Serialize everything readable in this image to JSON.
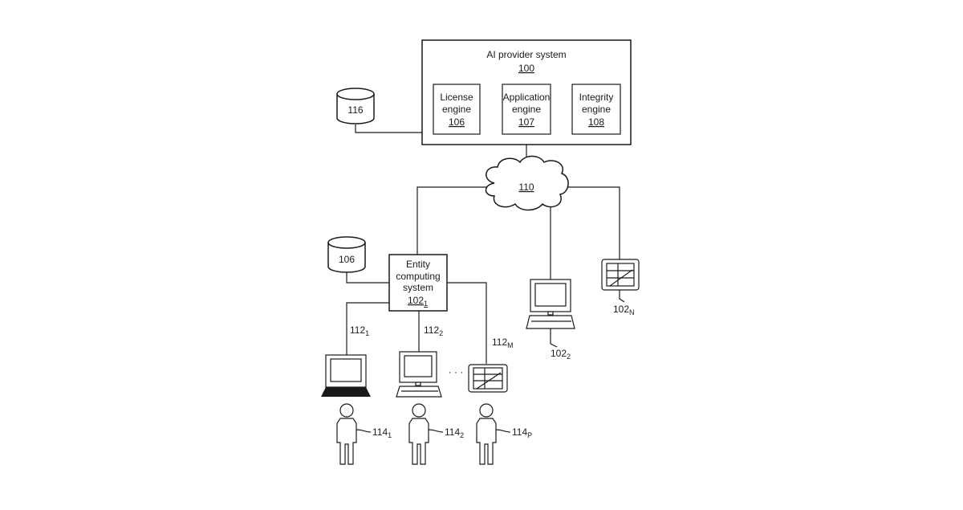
{
  "provider": {
    "title": "AI provider system",
    "number": "100",
    "engines": [
      {
        "line1": "License",
        "line2": "engine",
        "number": "106"
      },
      {
        "line1": "Application",
        "line2": "engine",
        "number": "107"
      },
      {
        "line1": "Integrity",
        "line2": "engine",
        "number": "108"
      }
    ]
  },
  "database_top": {
    "label": "116"
  },
  "network": {
    "label": "110"
  },
  "database_entity": {
    "label": "106"
  },
  "entity": {
    "line1": "Entity",
    "line2": "computing",
    "line3": "system",
    "number": "102",
    "sub": "1"
  },
  "devices": [
    {
      "label": "112",
      "sub": "1"
    },
    {
      "label": "112",
      "sub": "2"
    },
    {
      "label": "112",
      "sub": "M"
    }
  ],
  "ellipsis": "· · ·",
  "remote_devices": [
    {
      "label": "102",
      "sub": "2"
    },
    {
      "label": "102",
      "sub": "N"
    }
  ],
  "users": [
    {
      "label": "114",
      "sub": "1"
    },
    {
      "label": "114",
      "sub": "2"
    },
    {
      "label": "114",
      "sub": "P"
    }
  ]
}
